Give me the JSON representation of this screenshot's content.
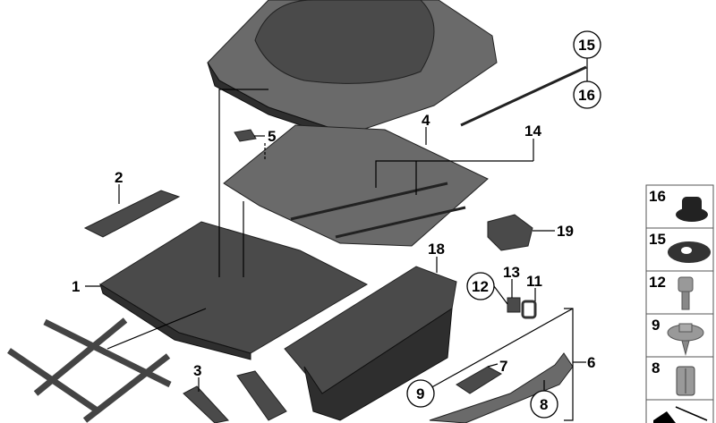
{
  "diagram": {
    "callouts": [
      {
        "id": "1",
        "text": "1",
        "circled": false
      },
      {
        "id": "2",
        "text": "2",
        "circled": false
      },
      {
        "id": "3",
        "text": "3",
        "circled": false
      },
      {
        "id": "4",
        "text": "4",
        "circled": false
      },
      {
        "id": "5",
        "text": "5",
        "circled": false
      },
      {
        "id": "6",
        "text": "6",
        "circled": false
      },
      {
        "id": "7",
        "text": "7",
        "circled": false
      },
      {
        "id": "8",
        "text": "8",
        "circled": true
      },
      {
        "id": "9",
        "text": "9",
        "circled": true
      },
      {
        "id": "11",
        "text": "11",
        "circled": false
      },
      {
        "id": "12",
        "text": "12",
        "circled": true
      },
      {
        "id": "13",
        "text": "13",
        "circled": false
      },
      {
        "id": "14",
        "text": "14",
        "circled": false
      },
      {
        "id": "15",
        "text": "15",
        "circled": true
      },
      {
        "id": "16",
        "text": "16",
        "circled": true
      },
      {
        "id": "18",
        "text": "18",
        "circled": false
      },
      {
        "id": "19",
        "text": "19",
        "circled": false
      }
    ],
    "legend": [
      {
        "text": "16",
        "icon": "nut-clip-icon"
      },
      {
        "text": "15",
        "icon": "washer-clip-icon"
      },
      {
        "text": "12",
        "icon": "bolt-icon"
      },
      {
        "text": "9",
        "icon": "screw-icon"
      },
      {
        "text": "8",
        "icon": "clip-icon"
      }
    ],
    "colors": {
      "part": "#4a4a4a",
      "line": "#000000"
    }
  }
}
